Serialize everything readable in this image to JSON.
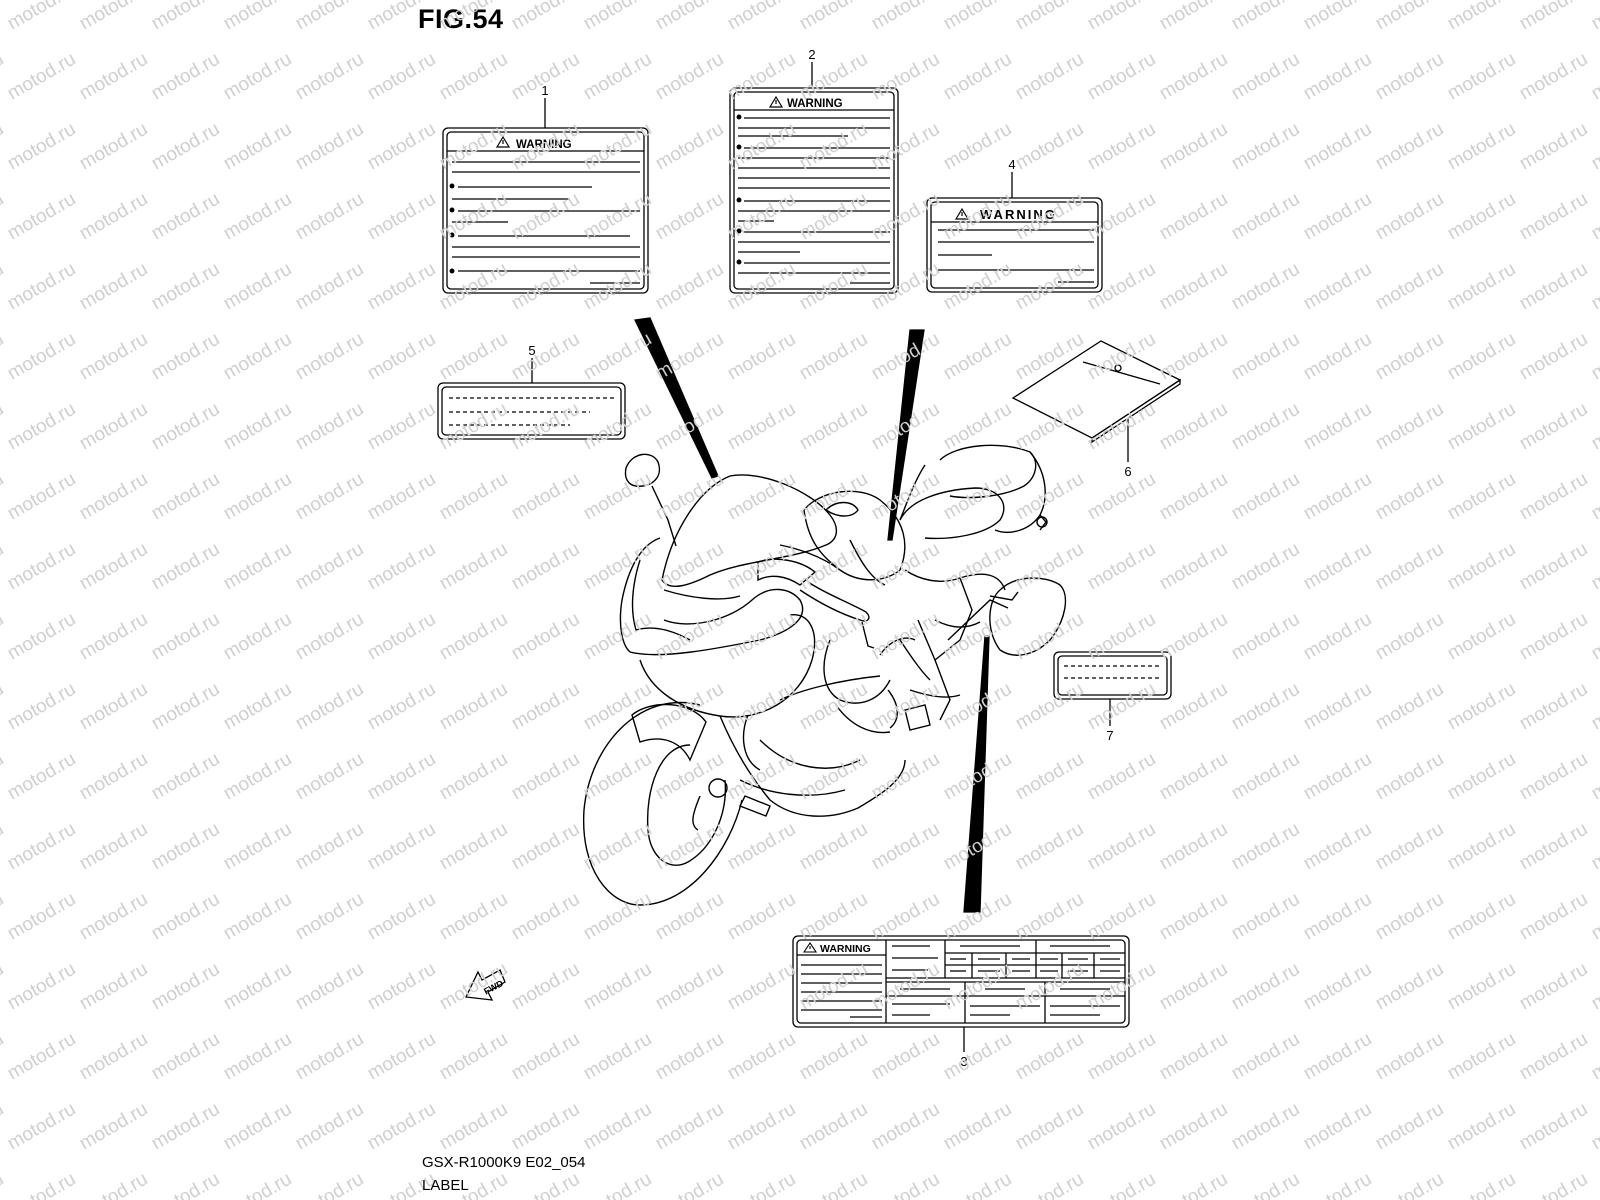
{
  "figure": {
    "title": "FIG.54",
    "model_code": "GSX-R1000K9 E02_054",
    "section_name": "LABEL",
    "watermark": "motod.ru",
    "warning_text": "WARNING",
    "direction_arrow": "FWD"
  },
  "callouts": [
    "1",
    "2",
    "3",
    "4",
    "5",
    "6",
    "7"
  ],
  "colors": {
    "line": "#000000",
    "watermark": "#cfcfcf",
    "background": "#ffffff"
  }
}
